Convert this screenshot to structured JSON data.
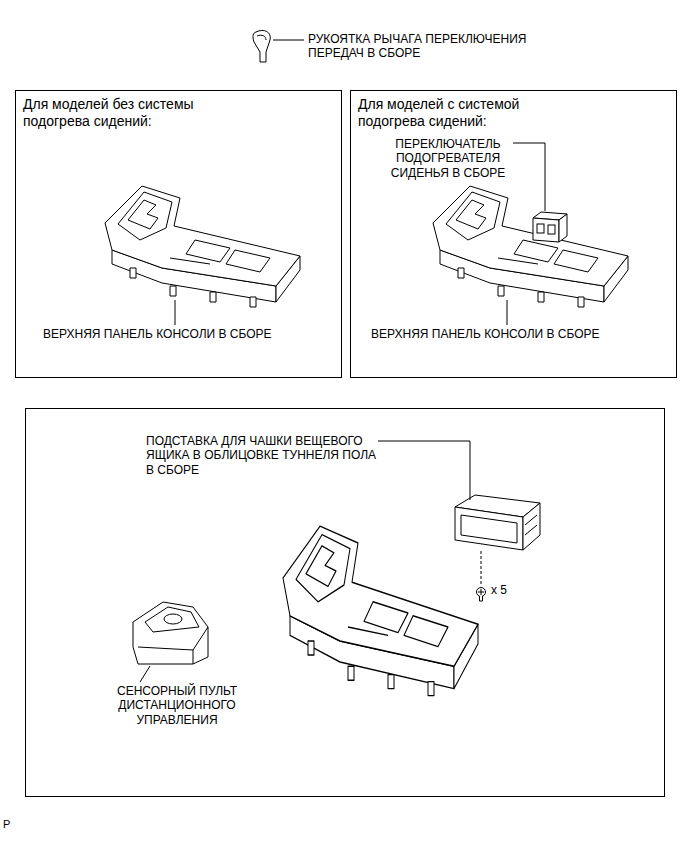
{
  "diagram": {
    "nodes": [
      {
        "text": [
          "Для моделей без системы подогрева сидений:",
          "ВЕРХНЯЯ ПАНЕЛЬ КОНСОЛИ В СБОРЕ"
        ]
      },
      {
        "text": [
          "Для моделей с системой подогрева сидений:",
          "ПЕРЕКЛЮЧАТЕЛЬ ПОДОГРЕВАТЕЛЯ СИДЕНЬЯ В СБОРЕ",
          "ВЕРХНЯЯ ПАНЕЛЬ КОНСОЛИ В СБОРЕ"
        ]
      },
      {
        "text": [
          "ПОДСТАВКА ДЛЯ ЧАШКИ ВЕЩЕВОГО ЯЩИКА В ОБЛИЦОВКЕ ТУННЕЛЯ ПОЛА В СБОРЕ",
          "СЕНСОРНЫЙ ПУЛЬТ ДИСТАНЦИОННОГО УПРАВЛЕНИЯ"
        ]
      }
    ],
    "labels": [
      "РУКОЯТКА РЫЧАГА ПЕРЕКЛЮЧЕНИЯ ПЕРЕДАЧ В СБОРЕ",
      "x 5",
      "P"
    ]
  }
}
